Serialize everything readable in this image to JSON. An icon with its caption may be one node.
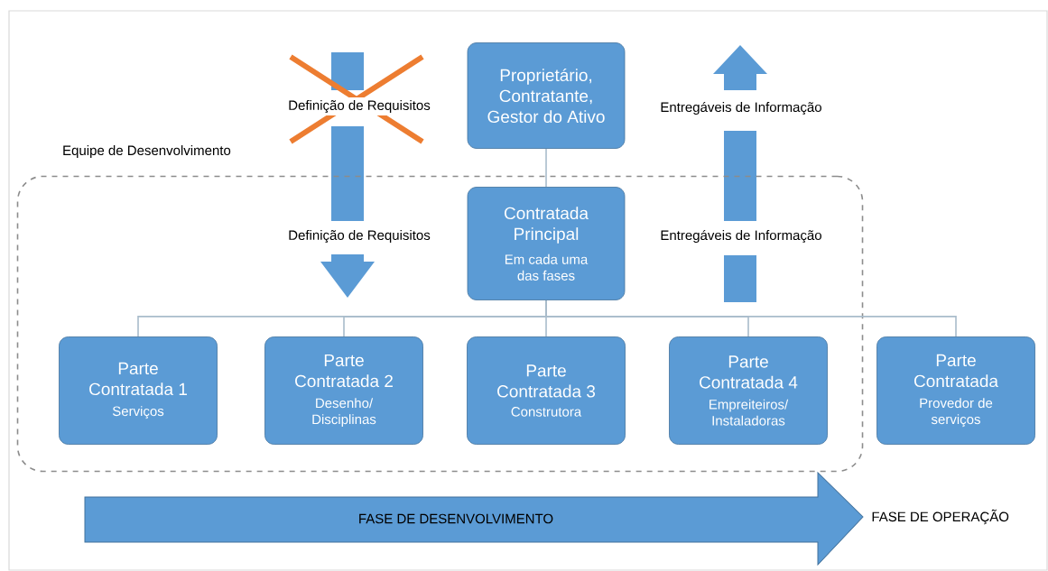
{
  "diagram": {
    "nodes": [
      {
        "text": [
          "Proprietário, Contratante, Gestor do Ativo"
        ]
      },
      {
        "text": [
          "Equipe de Desenvolvimento"
        ]
      },
      {
        "text": [
          "Contratada Principal",
          "Em cada uma das fases"
        ],
        "in": 1
      },
      {
        "text": [
          "Parte Contratada 1",
          "Serviços"
        ],
        "in": 1
      },
      {
        "text": [
          "Parte Contratada 2",
          "Desenho/ Disciplinas"
        ],
        "in": 1
      },
      {
        "text": [
          "Parte Contratada 3",
          "Construtora"
        ],
        "in": 1
      },
      {
        "text": [
          "Parte Contratada 4",
          "Empreiteiros/ Instaladoras"
        ],
        "in": 1
      },
      {
        "text": [
          "Parte Contratada",
          "Provedor de serviços"
        ]
      },
      {
        "text": [
          "FASE DE DESENVOLVIMENTO"
        ]
      }
    ],
    "edges": [
      {
        "from": 0,
        "to": 2,
        "arrow": "none"
      },
      {
        "from": 2,
        "to": 3,
        "arrow": "none"
      },
      {
        "from": 2,
        "to": 4,
        "arrow": "none"
      },
      {
        "from": 2,
        "to": 5,
        "arrow": "none"
      },
      {
        "from": 2,
        "to": 6,
        "arrow": "none"
      },
      {
        "from": 2,
        "to": 7,
        "arrow": "none"
      }
    ],
    "labels": [
      "Definição de Requisitos",
      "Entregáveis de Informação",
      "Definição de Requisitos",
      "Entregáveis de Informação",
      "FASE DE OPERAÇÃO"
    ]
  }
}
